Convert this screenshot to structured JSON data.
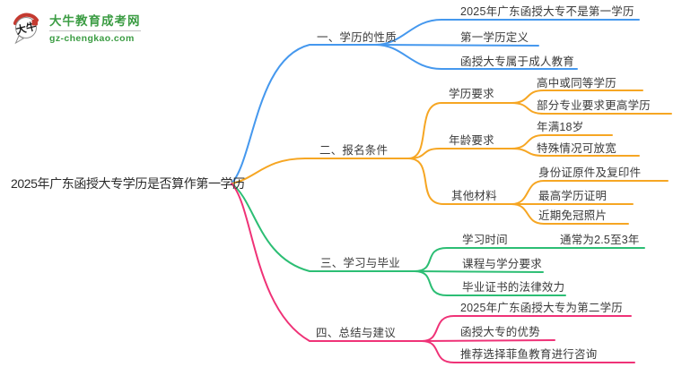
{
  "logo": {
    "icon_text": "大牛",
    "title": "大牛教育成考网",
    "domain": "gz-chengkao.com",
    "green": "#3b9c43",
    "seal_red": "#c43a30"
  },
  "root": {
    "label": "2025年广东函授大专学历是否算作第一学历"
  },
  "branches": [
    {
      "label": "一、学历的性质",
      "color": "#4598ee",
      "children": [
        {
          "label": "2025年广东函授大专不是第一学历"
        },
        {
          "label": "第一学历定义"
        },
        {
          "label": "函授大专属于成人教育"
        }
      ]
    },
    {
      "label": "二、报名条件",
      "color": "#f6a623",
      "children": [
        {
          "label": "学历要求",
          "children": [
            {
              "label": "高中或同等学历"
            },
            {
              "label": "部分专业要求更高学历"
            }
          ]
        },
        {
          "label": "年龄要求",
          "children": [
            {
              "label": "年满18岁"
            },
            {
              "label": "特殊情况可放宽"
            }
          ]
        },
        {
          "label": "其他材料",
          "children": [
            {
              "label": "身份证原件及复印件"
            },
            {
              "label": "最高学历证明"
            },
            {
              "label": "近期免冠照片"
            }
          ]
        }
      ]
    },
    {
      "label": "三、学习与毕业",
      "color": "#2cbe74",
      "children": [
        {
          "label": "学习时间",
          "children": [
            {
              "label": "通常为2.5至3年"
            }
          ]
        },
        {
          "label": "课程与学分要求"
        },
        {
          "label": "毕业证书的法律效力"
        }
      ]
    },
    {
      "label": "四、总结与建议",
      "color": "#ef3277",
      "children": [
        {
          "label": "2025年广东函授大专为第二学历"
        },
        {
          "label": "函授大专的优势"
        },
        {
          "label": "推荐选择菲鱼教育进行咨询"
        }
      ]
    }
  ]
}
